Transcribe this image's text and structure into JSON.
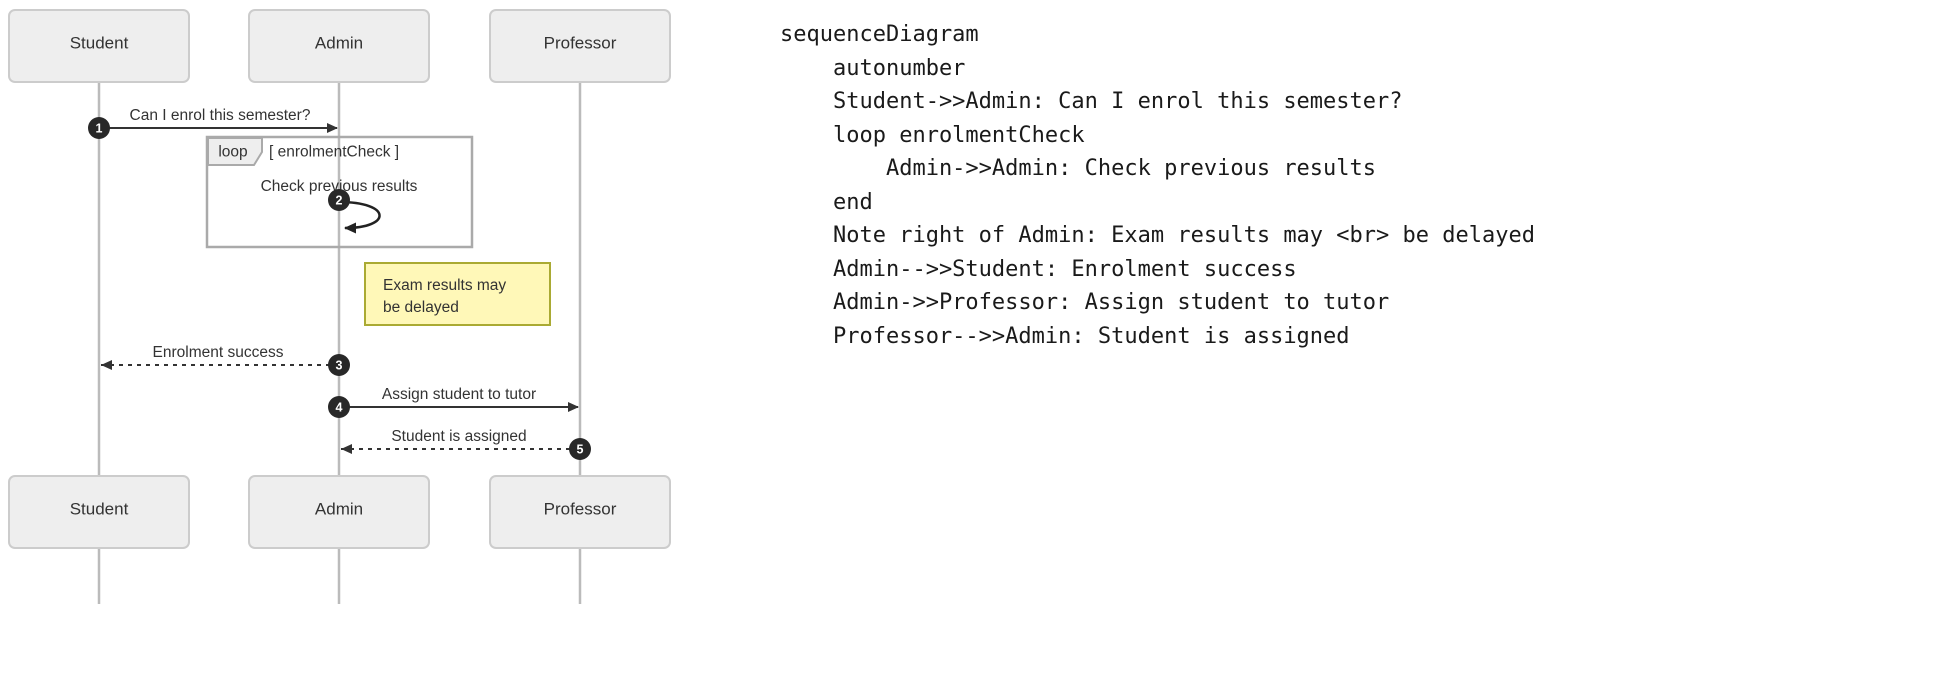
{
  "diagram": {
    "type": "sequenceDiagram",
    "participants": [
      {
        "id": "student",
        "label": "Student"
      },
      {
        "id": "admin",
        "label": "Admin"
      },
      {
        "id": "professor",
        "label": "Professor"
      }
    ],
    "messages": [
      {
        "number": "1",
        "from": "student",
        "to": "admin",
        "label": "Can I enrol this semester?",
        "style": "solid"
      },
      {
        "number": "2",
        "from": "admin",
        "to": "admin",
        "label": "Check previous results",
        "style": "solid-self"
      },
      {
        "number": "3",
        "from": "admin",
        "to": "student",
        "label": "Enrolment success",
        "style": "dashed"
      },
      {
        "number": "4",
        "from": "admin",
        "to": "professor",
        "label": "Assign student to tutor",
        "style": "solid"
      },
      {
        "number": "5",
        "from": "professor",
        "to": "admin",
        "label": "Student is assigned",
        "style": "dashed"
      }
    ],
    "loop": {
      "keyword": "loop",
      "condition": "[ enrolmentCheck ]"
    },
    "note": {
      "line1": "Exam results may",
      "line2": "be delayed"
    },
    "colors": {
      "actor_fill": "#eeeeee",
      "actor_stroke": "#cccccc",
      "lifeline": "#bbbbbb",
      "arrow": "#333333",
      "note_fill": "#fff8b8",
      "note_stroke": "#aaaa33",
      "bullet_fill": "#282828",
      "loop_stroke": "#aaaaaa"
    }
  },
  "code": {
    "lines": [
      "sequenceDiagram",
      "    autonumber",
      "    Student->>Admin: Can I enrol this semester?",
      "    loop enrolmentCheck",
      "        Admin->>Admin: Check previous results",
      "    end",
      "    Note right of Admin: Exam results may <br> be delayed",
      "    Admin-->>Student: Enrolment success",
      "    Admin->>Professor: Assign student to tutor",
      "    Professor-->>Admin: Student is assigned"
    ]
  }
}
